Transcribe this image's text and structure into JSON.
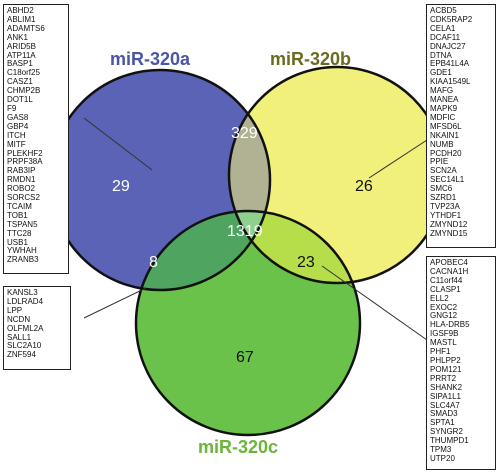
{
  "sets": [
    {
      "name": "miR-320a",
      "color": "#5b63b6",
      "title_color": "#4a55a8"
    },
    {
      "name": "miR-320b",
      "color": "#f0f07a",
      "title_color": "#6b6b1f"
    },
    {
      "name": "miR-320c",
      "color": "#6ac24a",
      "title_color": "#6ab53a"
    }
  ],
  "regions": {
    "a_only": "29",
    "b_only": "26",
    "c_only": "67",
    "ab": "329",
    "ac": "8",
    "bc": "23",
    "abc": "1319"
  },
  "gene_lists": {
    "a_only": [
      "ABHD2",
      "ABLIM1",
      "ADAMTS6",
      "ANK1",
      "ARID5B",
      "ATP11A",
      "BASP1",
      "C18orf25",
      "CASZ1",
      "CHMP2B",
      "DOT1L",
      "F9",
      "GAS8",
      "GBP4",
      "ITCH",
      "MITF",
      "PLEKHF2",
      "PRPF38A",
      "RAB3IP",
      "RMDN1",
      "ROBO2",
      "SORCS2",
      "TCAIM",
      "TOB1",
      "TSPAN5",
      "TTC28",
      "USB1",
      "YWHAH",
      "ZRANB3"
    ],
    "b_only": [
      "ACBD5",
      "CDK5RAP2",
      "CELA1",
      "DCAF11",
      "DNAJC27",
      "DTNA",
      "EPB41L4A",
      "GDE1",
      "KIAA1549L",
      "MAFG",
      "MANEA",
      "MAPK9",
      "MDFIC",
      "MFSD6L",
      "NKAIN1",
      "NUMB",
      "PCDH20",
      "PPIE",
      "SCN2A",
      "SEC14L1",
      "SMC6",
      "SZRD1",
      "TVP23A",
      "YTHDF1",
      "ZMYND12",
      "ZMYND15"
    ],
    "ac": [
      "KANSL3",
      "LDLRAD4",
      "LPP",
      "NCDN",
      "OLFML2A",
      "SALL1",
      "SLC2A10",
      "ZNF594"
    ],
    "bc": [
      "APOBEC4",
      "CACNA1H",
      "C11orf44",
      "CLASP1",
      "ELL2",
      "EXOC2",
      "GNG12",
      "HLA-DRB5",
      "IGSF9B",
      "MASTL",
      "PHF1",
      "PHLPP2",
      "POM121",
      "PRRT2",
      "SHANK2",
      "SIPA1L1",
      "SLC4A7",
      "SMAD3",
      "SPTA1",
      "SYNGR2",
      "THUMPD1",
      "TPM3",
      "UTP20"
    ]
  }
}
